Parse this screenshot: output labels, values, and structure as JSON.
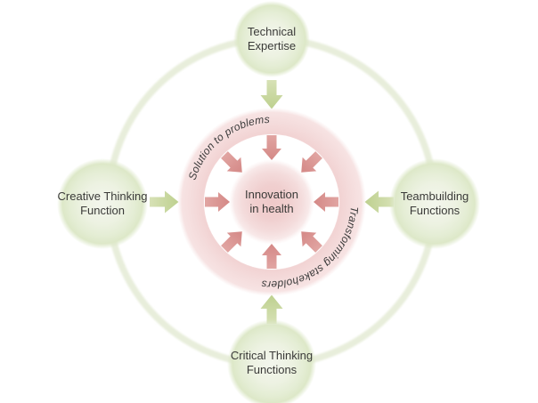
{
  "diagram": {
    "center": {
      "label": "Innovation\nin health"
    },
    "nodes": {
      "top": {
        "label": "Technical\nExpertise"
      },
      "left": {
        "label": "Creative Thinking\nFunction"
      },
      "right": {
        "label": "Teambuilding\nFunctions"
      },
      "bottom": {
        "label": "Critical Thinking\nFunctions"
      }
    },
    "ring": {
      "upper_label": "Solution to problems",
      "lower_label": "Transforming stakeholders"
    },
    "colors": {
      "node_fill": "#dde8c8",
      "connector_circle": "#e8eedb",
      "green_arrow": "#c3d494",
      "ring_pink": "#f2d4d4",
      "pink_arrow": "#d9908e",
      "center_fill": "#eec9c9",
      "text": "#3a3a38"
    }
  }
}
